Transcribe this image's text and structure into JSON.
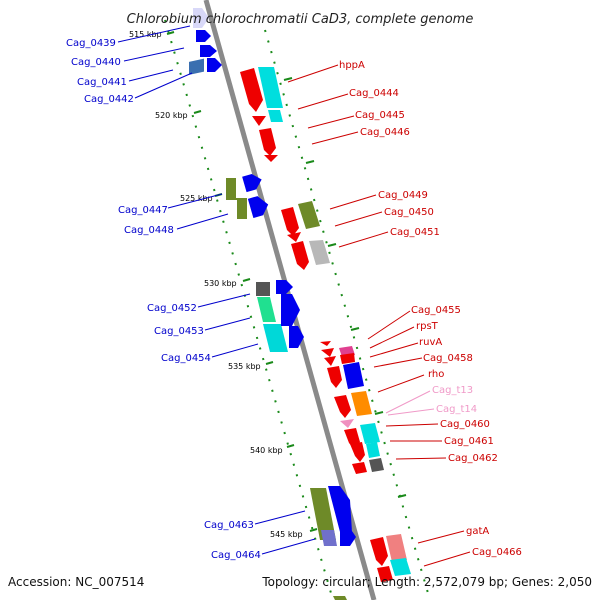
{
  "title": "Chlorobium chlorochromatii CaD3, complete genome",
  "footer": {
    "accession": "Accession: NC_007514",
    "summary": "Topology: circular; Length: 2,572,079 bp; Genes: 2,050"
  },
  "colors": {
    "left_label": "#0000cc",
    "right_label": "#cc0000",
    "trna_label": "#f09ac8",
    "backbone": "#8a8a8a",
    "tick": "#1a8a1a"
  },
  "scale_marks": [
    "515 kbp",
    "520 kbp",
    "525 kbp",
    "530 kbp",
    "535 kbp",
    "540 kbp",
    "545 kbp"
  ],
  "left_labels": [
    "Cag_0439",
    "Cag_0440",
    "Cag_0441",
    "Cag_0442",
    "Cag_0447",
    "Cag_0448",
    "Cag_0452",
    "Cag_0453",
    "Cag_0454",
    "Cag_0463",
    "Cag_0464"
  ],
  "right_labels": [
    "hppA",
    "Cag_0444",
    "Cag_0445",
    "Cag_0446",
    "Cag_0449",
    "Cag_0450",
    "Cag_0451",
    "Cag_0455",
    "rpsT",
    "ruvA",
    "Cag_0458",
    "rho",
    "Cag_t13",
    "Cag_t14",
    "Cag_0460",
    "Cag_0461",
    "Cag_0462",
    "gatA",
    "Cag_0466"
  ]
}
